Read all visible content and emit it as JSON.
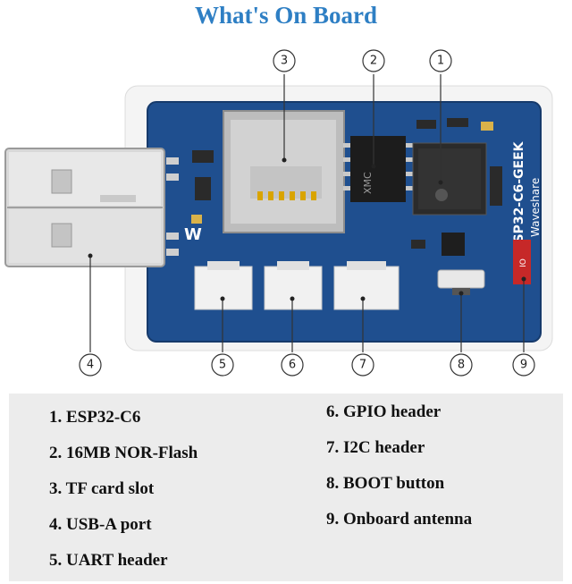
{
  "title": "What's On Board",
  "board": {
    "silkscreen_model": "ESP32-C6-GEEK",
    "silkscreen_brand": "Waveshare",
    "chip_flash_text": "XMC",
    "connector_label": "IO"
  },
  "callouts": [
    "1",
    "2",
    "3",
    "4",
    "5",
    "6",
    "7",
    "8",
    "9"
  ],
  "legend": {
    "left": [
      "1. ESP32-C6",
      "2. 16MB NOR-Flash",
      "3. TF card slot",
      "4. USB-A port",
      "5. UART header"
    ],
    "right": [
      "6. GPIO header",
      "7. I2C header",
      "8. BOOT button",
      "9. Onboard antenna"
    ]
  },
  "colors": {
    "title": "#2e7fc4",
    "pcb": "#1f4f8f",
    "legend_bg": "#ececec"
  }
}
